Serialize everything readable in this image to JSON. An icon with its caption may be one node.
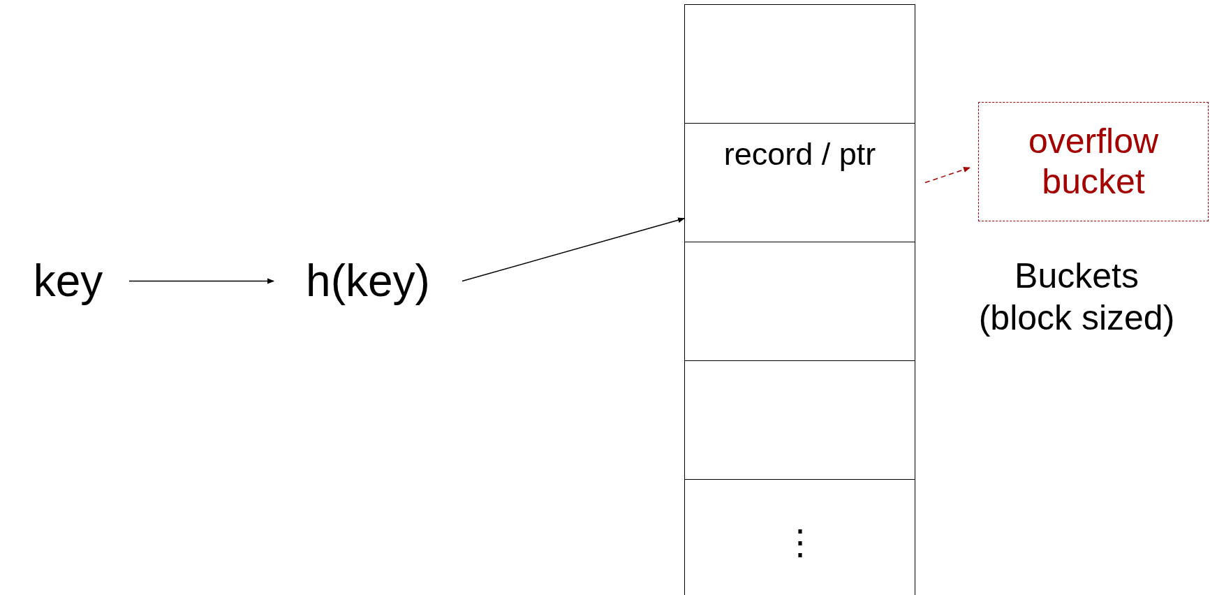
{
  "diagram": {
    "nodes": [
      {
        "text": [
          "key"
        ]
      },
      {
        "text": [
          "h(key)"
        ]
      },
      {
        "text": [],
        "shape": "box"
      },
      {
        "text": [
          "record / ptr"
        ]
      },
      {
        "text": [],
        "shape": "box"
      },
      {
        "text": [],
        "shape": "box"
      },
      {
        "text": [
          "⋮"
        ]
      },
      {
        "text": [
          "overflow bucket"
        ]
      }
    ],
    "edges": [
      {
        "from": 0,
        "to": 1,
        "arrow": "to"
      },
      {
        "from": 1,
        "to": 3,
        "arrow": "to"
      },
      {
        "from": 3,
        "to": 7,
        "arrow": "to",
        "style": "dashed",
        "color": "#a50000"
      }
    ],
    "labels": [
      "Buckets (block sized)"
    ]
  }
}
